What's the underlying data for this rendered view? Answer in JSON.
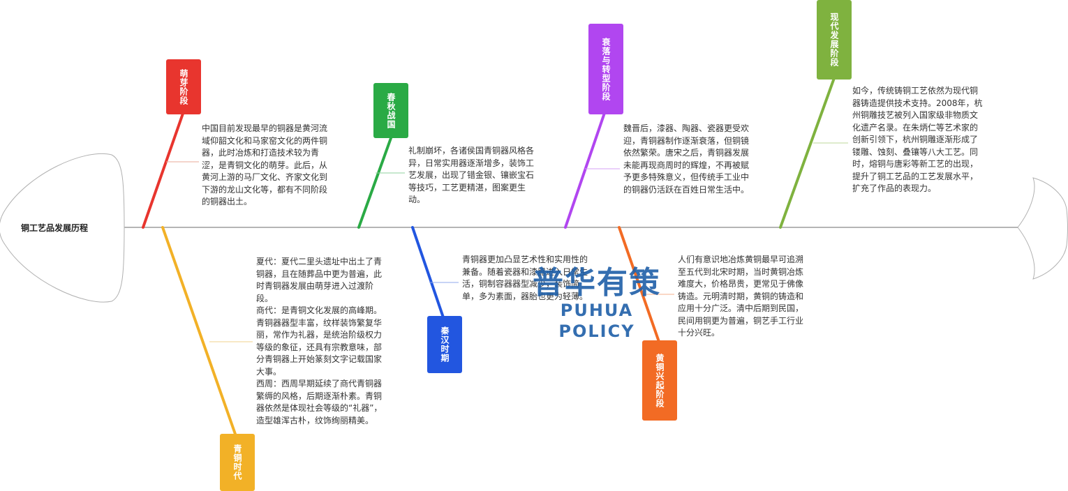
{
  "title": "铜工艺品发展历程",
  "branches": [
    {
      "label": "萌芽阶段",
      "color": "#e8352e",
      "text": "中国目前发现最早的铜器是黄河流域仰韶文化和马家窑文化的两件铜器，此时冶炼和打造技术较为青涩，是青铜文化的萌芽。此后，从黄河上游的马厂文化、齐家文化到下游的龙山文化等，都有不同阶段的铜器出土。"
    },
    {
      "label": "青铜时代",
      "color": "#f2b127",
      "text": "夏代：夏代二里头遗址中出土了青铜器，且在随葬品中更为普遍，此时青铜器发展由萌芽进入过渡阶段。\n商代：是青铜文化发展的高峰期。青铜器器型丰富，纹样装饰繁复华丽，常作为礼器，是统治阶级权力等级的象征，还具有宗教意味，部分青铜器上开始篆刻文字记载国家大事。\n西周：西周早期延续了商代青铜器繁缛的风格，后期逐渐朴素。青铜器依然是体现社会等级的“礼器”，造型雄浑古朴，纹饰绚丽精美。"
    },
    {
      "label": "春秋战国",
      "color": "#2aaa45",
      "text": "礼制崩坏，各诸侯国青铜器风格各异，日常实用器逐渐增多，装饰工艺发展，出现了错金银、镶嵌宝石等技巧，工艺更精湛，图案更生动。"
    },
    {
      "label": "秦汉时期",
      "color": "#2256e0",
      "text": "青铜器更加凸显艺术性和实用性的兼备。随着瓷器和漆器进入日常生活，铜制容器器型减少，装饰简单，多为素面，器胎也更为轻薄。"
    },
    {
      "label": "衰落与转型阶段",
      "color": "#b146f0",
      "text": "魏晋后，漆器、陶器、瓷器更受欢迎，青铜器制作逐渐衰落，但铜镜依然繁荣。唐宋之后，青铜器发展未能再现商周时的辉煌，不再被赋予更多特殊意义，但传统手工业中的铜器仍活跃在百姓日常生活中。"
    },
    {
      "label": "黄铜兴起阶段",
      "color": "#f26b24",
      "text": "人们有意识地冶炼黄铜最早可追溯至五代到北宋时期，当时黄铜冶炼难度大，价格昂贵，更常见于佛像铸造。元明清时期，黄铜的铸造和应用十分广泛。清中后期到民国，民间用铜更为普遍，铜艺手工行业十分兴旺。"
    },
    {
      "label": "现代发展阶段",
      "color": "#7fb23f",
      "text": "如今，传统铸铜工艺依然为现代铜器铸造提供技术支持。2008年，杭州铜雕技艺被列入国家级非物质文化遗产名录。在朱炳仁等艺术家的创新引领下，杭州铜雕逐渐形成了镂雕、蚀刻、叠镶等八大工艺。同时，熔铜与唐彩等新工艺的出现，提升了铜工艺品的工艺发展水平，扩充了作品的表现力。"
    }
  ],
  "watermark": {
    "cn": "普华有策",
    "en": "PUHUA POLICY"
  },
  "colors": {
    "spine": "#b5b5b5",
    "outline": "#b0b0b0",
    "thin_connector": "#e0a090"
  }
}
